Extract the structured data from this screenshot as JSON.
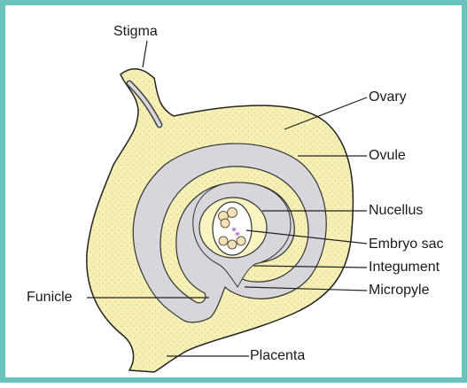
{
  "diagram": {
    "labels": {
      "stigma": "Stigma",
      "ovary": "Ovary",
      "ovule": "Ovule",
      "nucellus": "Nucellus",
      "embryo_sac": "Embryo sac",
      "integument": "Integument",
      "micropyle": "Micropyle",
      "funicle": "Funicle",
      "placenta": "Placenta"
    },
    "colors": {
      "frame": "#6cc3bd",
      "ovary_fill": "#f7f0b5",
      "integument_fill": "#d6d6dc",
      "nucellus_fill": "#f9f4c2",
      "embryo_sac_fill": "#ffffff",
      "outline": "#222222"
    }
  }
}
